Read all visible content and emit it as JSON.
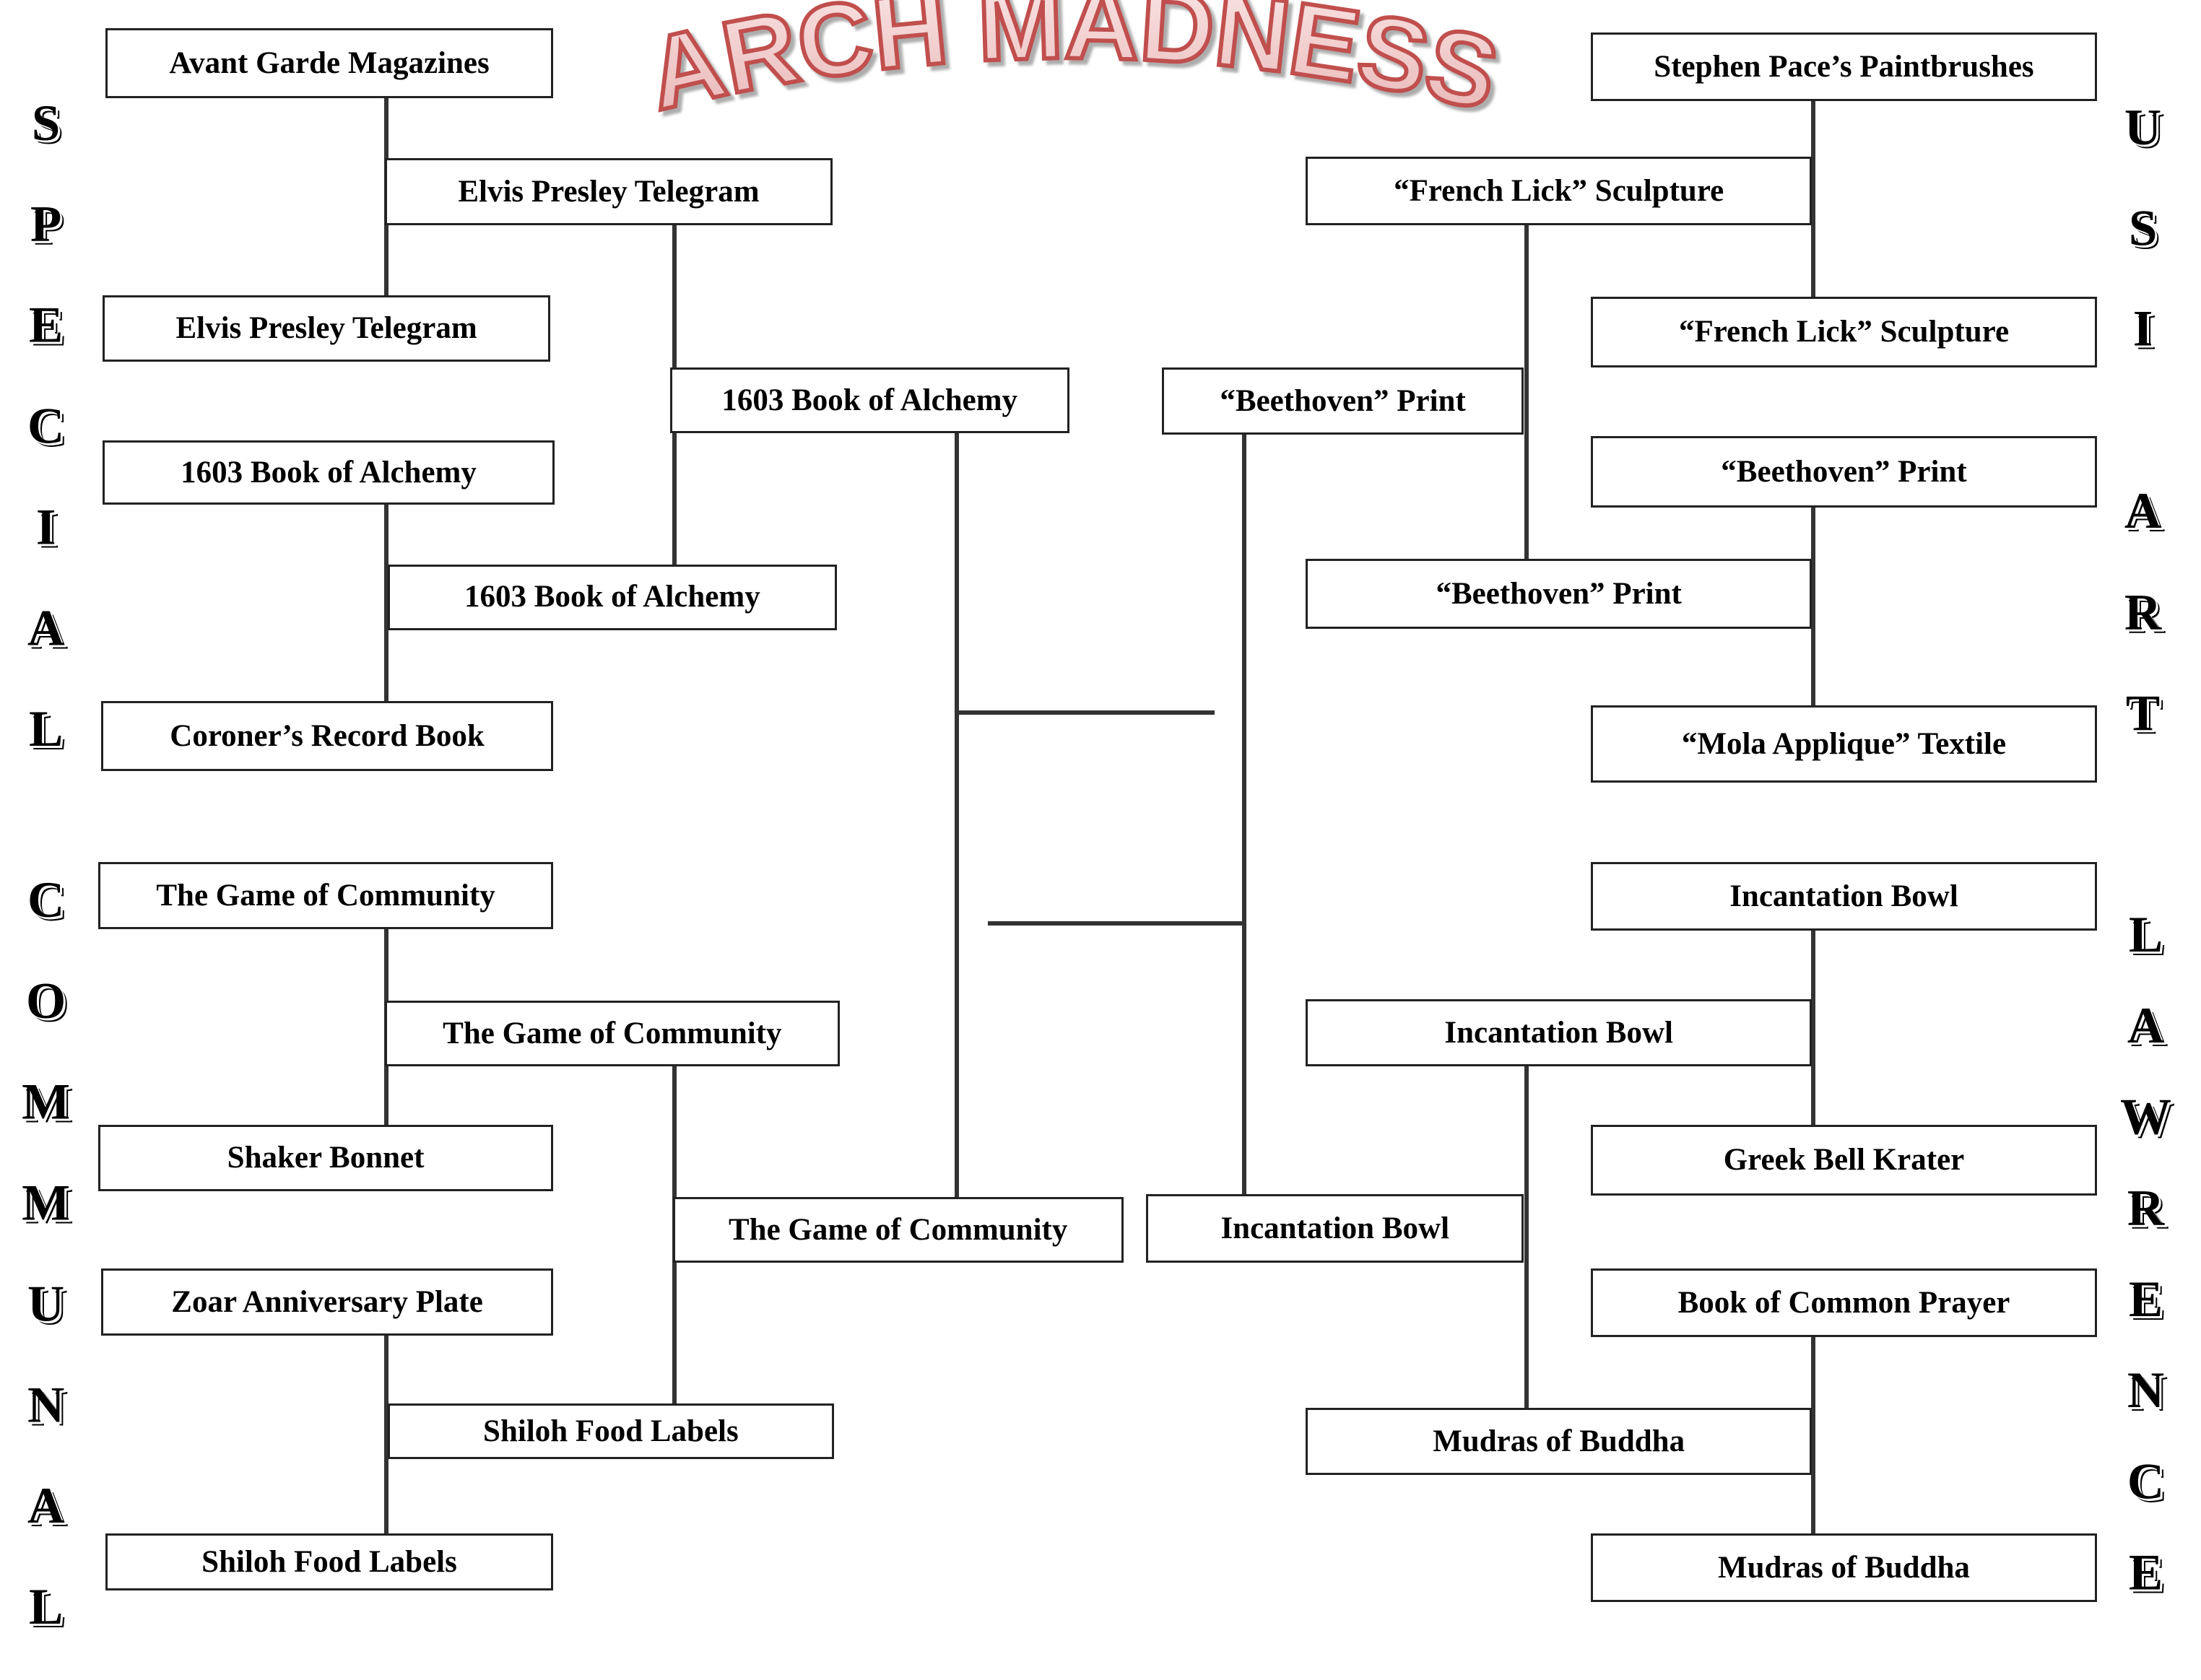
{
  "title": "ARCH MADNESS",
  "title_colors": {
    "stroke": "#c0504d",
    "fill_top": "#fbe9e9",
    "fill_bottom": "#e8b3b3"
  },
  "side_labels": {
    "left_top": "SPECIAL",
    "left_bottom": "COMMUNAL",
    "right_top_1": "USI",
    "right_top_2": "ART",
    "right_bottom": "LAWRENCE"
  },
  "bracket": {
    "left": {
      "round1": [
        "Avant Garde Magazines",
        "Elvis Presley Telegram",
        "1603 Book of Alchemy",
        "Coroner’s Record Book",
        "The Game of Community",
        "Shaker Bonnet",
        "Zoar Anniversary Plate",
        "Shiloh Food Labels"
      ],
      "round2": [
        "Elvis Presley Telegram",
        "1603 Book of Alchemy",
        "The Game of Community",
        "Shiloh Food Labels"
      ],
      "round3": [
        "1603 Book of Alchemy",
        "The Game of Community"
      ]
    },
    "right": {
      "round1": [
        "Stephen Pace’s Paintbrushes",
        "“French Lick” Sculpture",
        "“Beethoven” Print",
        "“Mola Applique” Textile",
        "Incantation Bowl",
        "Greek Bell Krater",
        "Book of Common Prayer",
        "Mudras of Buddha"
      ],
      "round2": [
        "“French Lick” Sculpture",
        "“Beethoven” Print",
        "Incantation Bowl",
        "Mudras of Buddha"
      ],
      "round3": [
        "“Beethoven” Print",
        "Incantation Bowl"
      ]
    }
  }
}
